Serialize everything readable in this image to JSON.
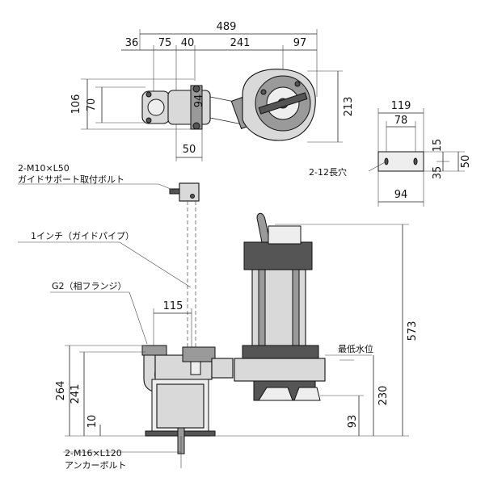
{
  "dimensions": {
    "d489": "489",
    "d36": "36",
    "d75": "75",
    "d40": "40",
    "d241_top": "241",
    "d97": "97",
    "d106": "106",
    "d70": "70",
    "d94_vertical": "94",
    "d213": "213",
    "d50_bottom": "50",
    "d119": "119",
    "d78": "78",
    "d15": "15",
    "d50_right": "50",
    "d35": "35",
    "d94_bottom": "94",
    "d115": "115",
    "d573": "573",
    "d264": "264",
    "d241_side": "241",
    "d10": "10",
    "d230": "230",
    "d93": "93"
  },
  "labels": {
    "guide_support_spec": "2-M10×L50",
    "guide_support_name": "ガイドサポート取付ボルト",
    "guide_pipe": "1インチ（ガイドパイプ）",
    "flange": "G2（相フランジ）",
    "slot": "2-12長穴",
    "min_water_level": "最低水位",
    "anchor_spec": "2-M16×L120",
    "anchor_name": "アンカーボルト"
  }
}
